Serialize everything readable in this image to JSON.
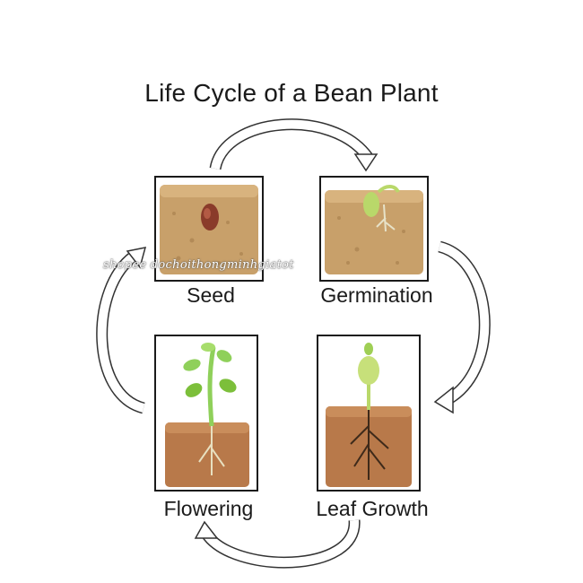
{
  "title": "Life Cycle of a Bean Plant",
  "stages": {
    "seed": {
      "label": "Seed"
    },
    "germination": {
      "label": "Germination"
    },
    "leaf_growth": {
      "label": "Leaf Growth"
    },
    "flowering": {
      "label": "Flowering"
    }
  },
  "watermark": "shopee dochoithongminhgiatot",
  "colors": {
    "soil_light": "#c8a06a",
    "soil_dark": "#9c6a3e",
    "bean": "#8a3b2a",
    "sprout": "#b9d86a",
    "leaf": "#7cbf3a",
    "arrow_fill": "#ffffff",
    "arrow_stroke": "#333333"
  }
}
